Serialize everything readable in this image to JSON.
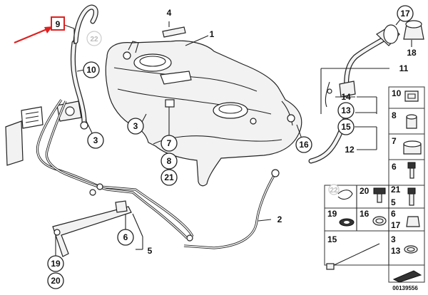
{
  "callouts": {
    "c1": "1",
    "c2": "2",
    "c3a": "3",
    "c3b": "3",
    "c4": "4",
    "c5": "5",
    "c6a": "6",
    "c6b": "6",
    "c7": "7",
    "c8": "8",
    "c9": "9",
    "c10": "10",
    "c11": "11",
    "c12": "12",
    "c13": "13",
    "c14": "14",
    "c15": "15",
    "c16": "16",
    "c17": "17",
    "c18": "18",
    "c19": "19",
    "c20": "20",
    "c21": "21",
    "c22a": "22",
    "c22b": "22"
  },
  "grid": {
    "g10": "10",
    "g8": "8",
    "g7": "7",
    "g6": "6",
    "g5": "5",
    "g20": "20",
    "g21": "21",
    "g19": "19",
    "g16": "16",
    "g17": "17",
    "g15": "15",
    "g3": "3",
    "g13": "13",
    "g22": "22"
  },
  "reference": "00139556",
  "colors": {
    "highlight": "#e02020",
    "line": "#222222"
  }
}
